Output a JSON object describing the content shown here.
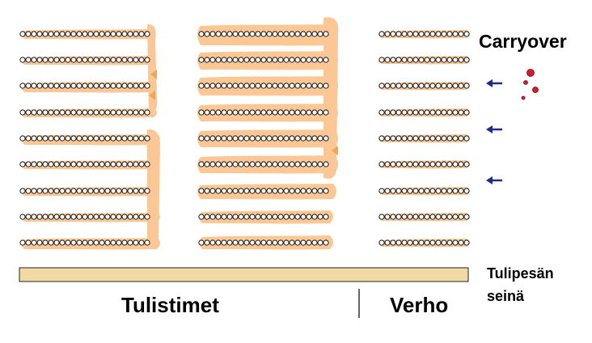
{
  "labels": {
    "carryover": "Carryover",
    "wall_line_1": "Tulipesän",
    "wall_line_2": "seinä",
    "tulistimet": "Tulistimet",
    "verho": "Verho"
  },
  "colors": {
    "deposit": "#fbc895",
    "deposit_dark": "#f3a54f",
    "wall": "#f3d9a4",
    "arrow": "#1c2b8c",
    "particle": "#cc1f2a",
    "tube_outline": "#111111",
    "tube_fill": "#ffffff"
  },
  "icons": {
    "flow_arrow": "left-arrow-icon",
    "particles": "red-droplet-icon"
  },
  "banks": [
    {
      "name": "superheater-bank-1",
      "rows": 9,
      "tubes_per_row": 23
    },
    {
      "name": "superheater-bank-2",
      "rows": 9,
      "tubes_per_row": 23
    },
    {
      "name": "screen-bank",
      "rows": 9,
      "tubes_per_row": 16
    }
  ],
  "flow_arrows_count": 3,
  "carryover_particles_count": 4
}
